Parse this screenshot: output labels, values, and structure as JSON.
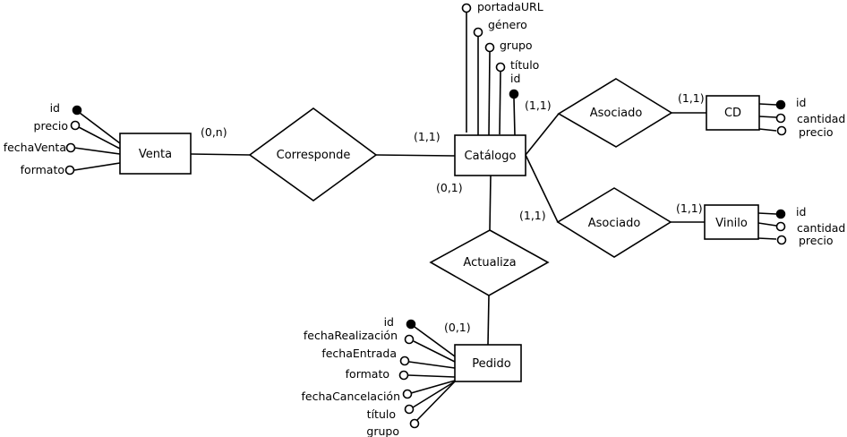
{
  "entities": {
    "venta": "Venta",
    "catalogo": "Catálogo",
    "cd": "CD",
    "vinilo": "Vinilo",
    "pedido": "Pedido"
  },
  "relationships": {
    "corresponde": "Corresponde",
    "asociado_cd": "Asociado",
    "asociado_vinilo": "Asociado",
    "actualiza": "Actualiza"
  },
  "cardinalities": {
    "venta_corresponde": "(0,n)",
    "corresponde_catalogo": "(1,1)",
    "catalogo_asociado_cd": "(1,1)",
    "asociado_cd_cd": "(1,1)",
    "catalogo_asociado_vinilo": "(1,1)",
    "asociado_vinilo_vinilo": "(1,1)",
    "catalogo_actualiza": "(0,1)",
    "actualiza_pedido": "(0,1)"
  },
  "attributes": {
    "venta": [
      {
        "name": "id",
        "key": true
      },
      {
        "name": "precio",
        "key": false
      },
      {
        "name": "fechaVenta",
        "key": false
      },
      {
        "name": "formato",
        "key": false
      }
    ],
    "catalogo": [
      {
        "name": "portadaURL",
        "key": false
      },
      {
        "name": "género",
        "key": false
      },
      {
        "name": "grupo",
        "key": false
      },
      {
        "name": "título",
        "key": false
      },
      {
        "name": "id",
        "key": true
      }
    ],
    "cd": [
      {
        "name": "id",
        "key": true
      },
      {
        "name": "cantidad",
        "key": false
      },
      {
        "name": "precio",
        "key": false
      }
    ],
    "vinilo": [
      {
        "name": "id",
        "key": true
      },
      {
        "name": "cantidad",
        "key": false
      },
      {
        "name": "precio",
        "key": false
      }
    ],
    "pedido": [
      {
        "name": "id",
        "key": true
      },
      {
        "name": "fechaRealización",
        "key": false
      },
      {
        "name": "fechaEntrada",
        "key": false
      },
      {
        "name": "formato",
        "key": false
      },
      {
        "name": "fechaCancelación",
        "key": false
      },
      {
        "name": "título",
        "key": false
      },
      {
        "name": "grupo",
        "key": false
      }
    ]
  }
}
